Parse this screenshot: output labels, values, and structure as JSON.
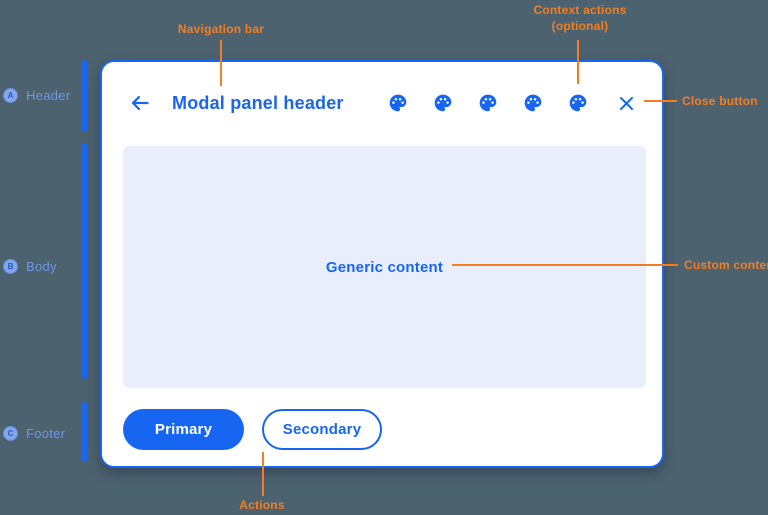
{
  "colors": {
    "background": "#4d626f",
    "accent_blue": "#1766f2",
    "annotation_orange": "#f57d1f",
    "modal_background": "#ffffff",
    "body_background": "#e9eefb",
    "section_label_blue": "#6e96e6"
  },
  "page": {
    "annotations": {
      "navigation_bar": "Navigation bar",
      "context_actions": "Context actions",
      "context_actions_optional": "(optional)",
      "close_button": "Close button",
      "custom_content": "Custom content",
      "actions": "Actions"
    },
    "sections": [
      {
        "letter": "A",
        "label": "Header"
      },
      {
        "letter": "B",
        "label": "Body"
      },
      {
        "letter": "C",
        "label": "Footer"
      }
    ],
    "modal": {
      "title": "Modal panel header",
      "back_icon": "arrow-left-icon",
      "context_actions": {
        "icon": "palette-icon",
        "count": 5
      },
      "close_icon": "close-icon",
      "body_text": "Generic content",
      "footer": {
        "primary": "Primary",
        "secondary": "Secondary"
      }
    }
  }
}
